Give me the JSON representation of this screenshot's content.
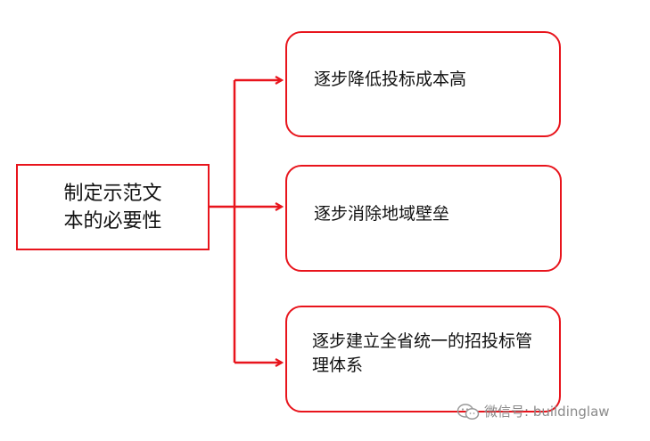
{
  "diagram": {
    "root": {
      "text": "制定示范文\n本的必要性"
    },
    "branches": [
      {
        "text": "逐步降低投标成本高"
      },
      {
        "text": "逐步消除地域壁垒"
      },
      {
        "text": "逐步建立全省统一的招投标管理体系"
      }
    ],
    "colors": {
      "stroke": "#e8141c",
      "text": "#111111"
    }
  },
  "watermark": {
    "icon": "wechat-icon",
    "text": "微信号: buildinglaw"
  }
}
